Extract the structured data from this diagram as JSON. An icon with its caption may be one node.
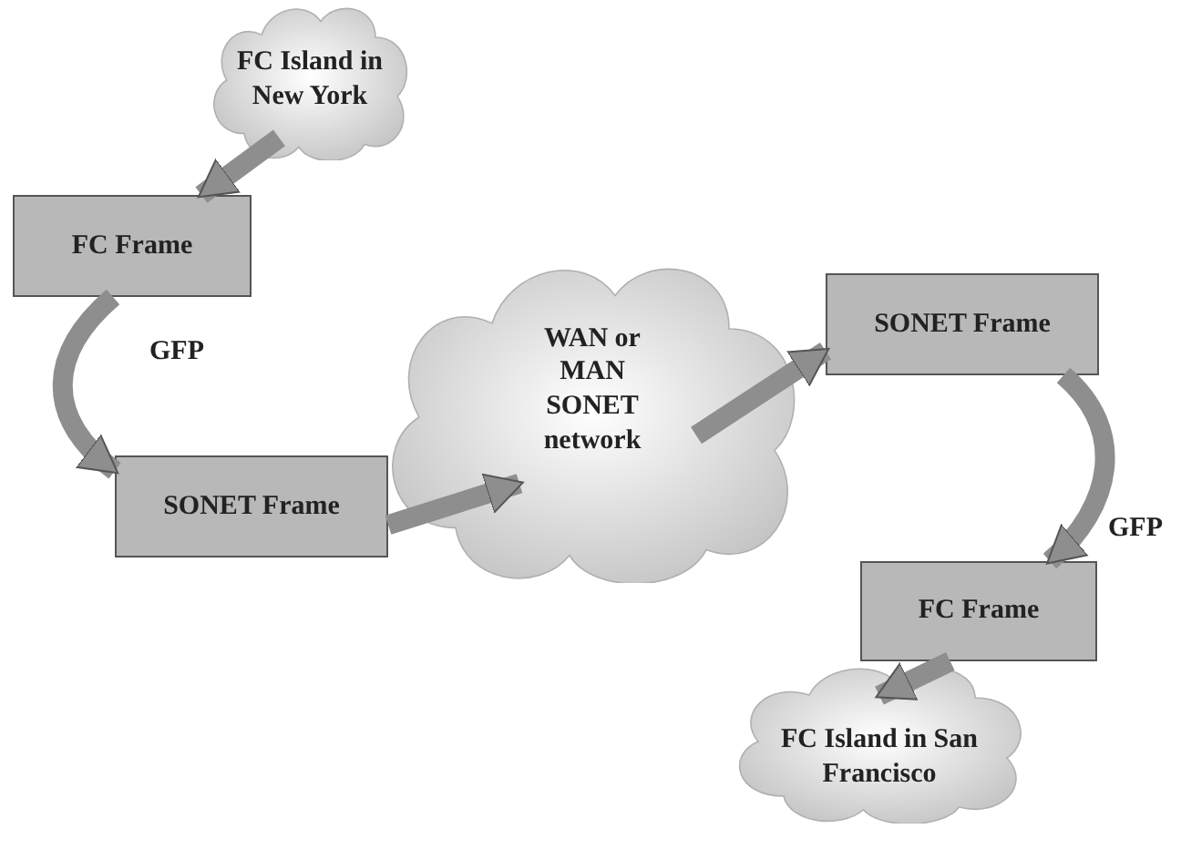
{
  "diagram": {
    "nodes": [
      {
        "text": [
          "FC Island in New York"
        ]
      },
      {
        "text": [
          "FC Frame"
        ]
      },
      {
        "text": [
          "SONET Frame"
        ]
      },
      {
        "text": [
          "WAN or MAN SONET network"
        ]
      },
      {
        "text": [
          "SONET Frame"
        ]
      },
      {
        "text": [
          "FC Frame"
        ]
      },
      {
        "text": [
          "FC Island in San Francisco"
        ]
      }
    ],
    "edges": [
      {
        "from": 0,
        "to": 1,
        "arrow": "to"
      },
      {
        "from": 1,
        "to": 2,
        "arrow": "to",
        "label": "GFP"
      },
      {
        "from": 2,
        "to": 3,
        "arrow": "to"
      },
      {
        "from": 3,
        "to": 4,
        "arrow": "to"
      },
      {
        "from": 4,
        "to": 5,
        "arrow": "to",
        "label": "GFP"
      },
      {
        "from": 5,
        "to": 6,
        "arrow": "to"
      }
    ]
  }
}
